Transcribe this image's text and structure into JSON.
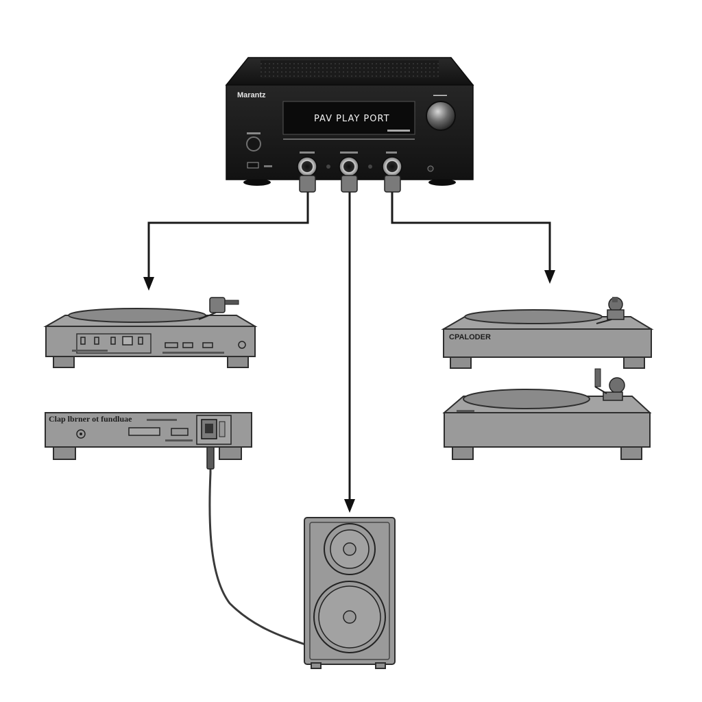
{
  "receiver": {
    "brand": "Marantz",
    "display_text": "PAV  PLAY    PORT",
    "colors": {
      "body": "#1c1c1c",
      "display": "#0d0d0d"
    }
  },
  "turntable_right_top": {
    "label": "CPALODER"
  },
  "cd_player": {
    "label": "Clap lbrner ot fundluae"
  },
  "icons": [
    "volume-knob-icon",
    "power-button-icon",
    "rca-jack-icon",
    "arrowhead-icon",
    "speaker-woofer-icon",
    "tonearm-icon"
  ],
  "colors": {
    "device_gray": "#9a9a9a",
    "wire": "#1a1a1a",
    "background": "#ffffff"
  }
}
